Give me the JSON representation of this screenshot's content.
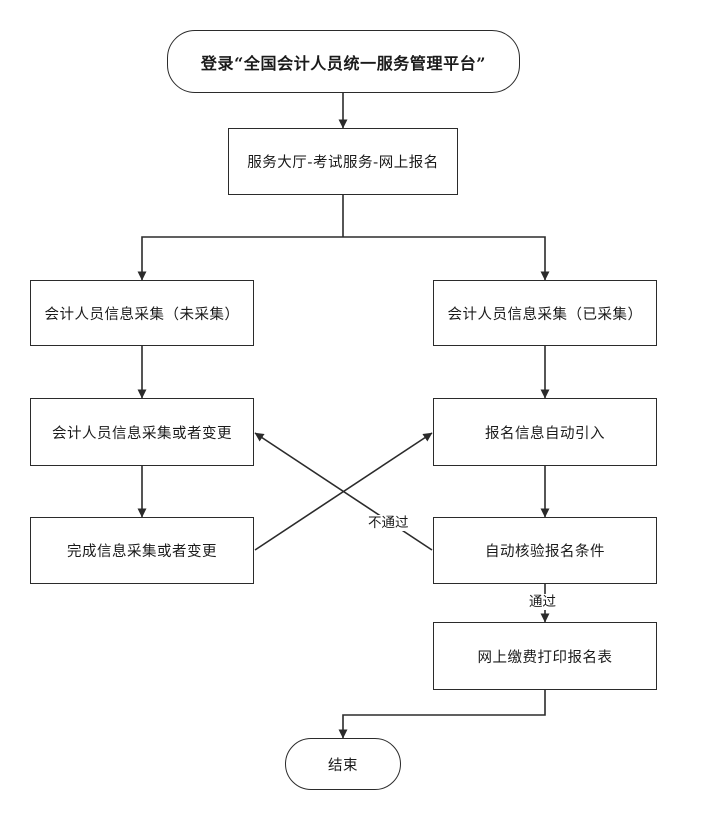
{
  "nodes": {
    "start": "登录“全国会计人员统一服务管理平台”",
    "hall": "服务大厅-考试服务-网上报名",
    "collect_no": "会计人员信息采集（未采集）",
    "collect_yes": "会计人员信息采集（已采集）",
    "collect_change": "会计人员信息采集或者变更",
    "auto_import": "报名信息自动引入",
    "finish_change": "完成信息采集或者变更",
    "auto_check": "自动核验报名条件",
    "pay_print": "网上缴费打印报名表",
    "end": "结束"
  },
  "edges": {
    "fail": "不通过",
    "pass": "通过"
  }
}
